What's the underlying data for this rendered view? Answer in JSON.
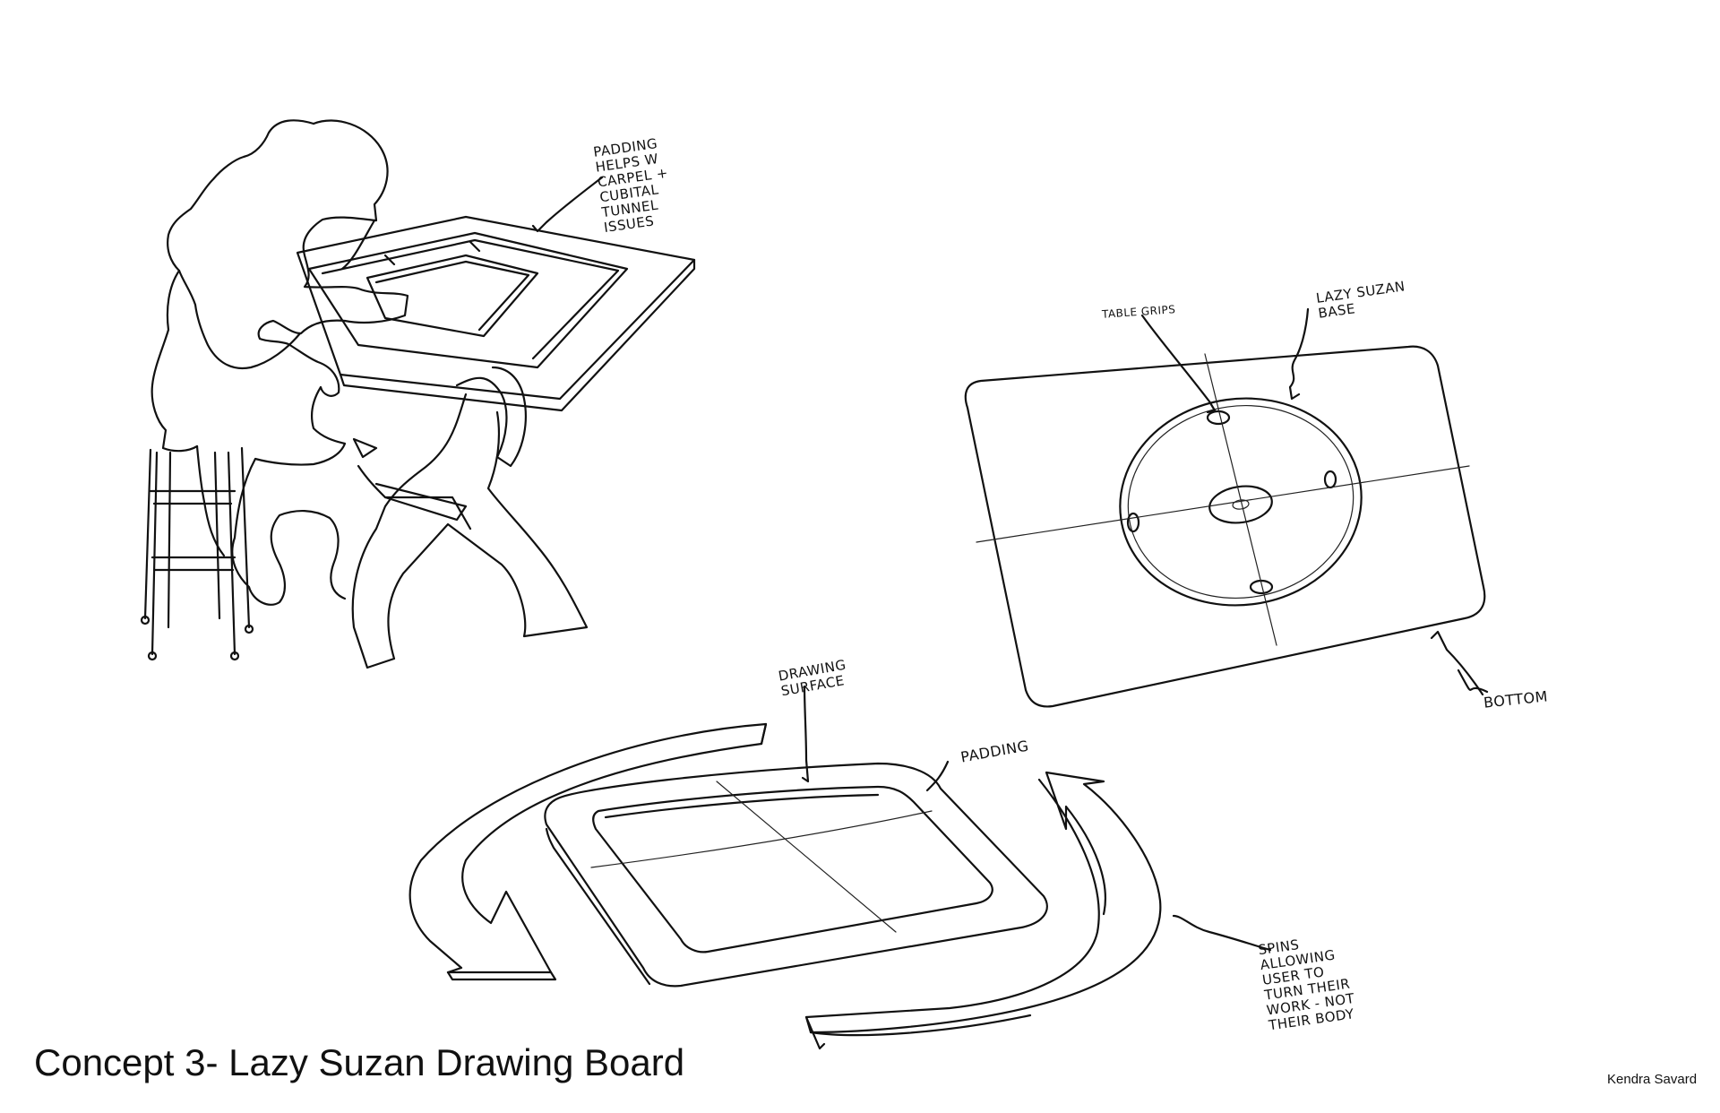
{
  "title": "Concept 3- Lazy Suzan Drawing Board",
  "author": "Kendra Savard",
  "annotations": {
    "padding_top": "PADDING\nHELPS W\nCARPEL +\nCUBITAL\nTUNNEL\nISSUES",
    "table_grips": "TABLE GRIPS",
    "lazy_suzan_base": "LAZY SUZAN\nBASE",
    "bottom": "BOTTOM",
    "drawing_surface": "DRAWING\nSURFACE",
    "padding_bottom": "PADDING",
    "spins": "SPINS\nALLOWING\nUSER TO\nTURN THEIR\nWORK - NOT\nTHEIR BODY"
  },
  "colors": {
    "ink": "#111111",
    "paper": "#ffffff"
  }
}
